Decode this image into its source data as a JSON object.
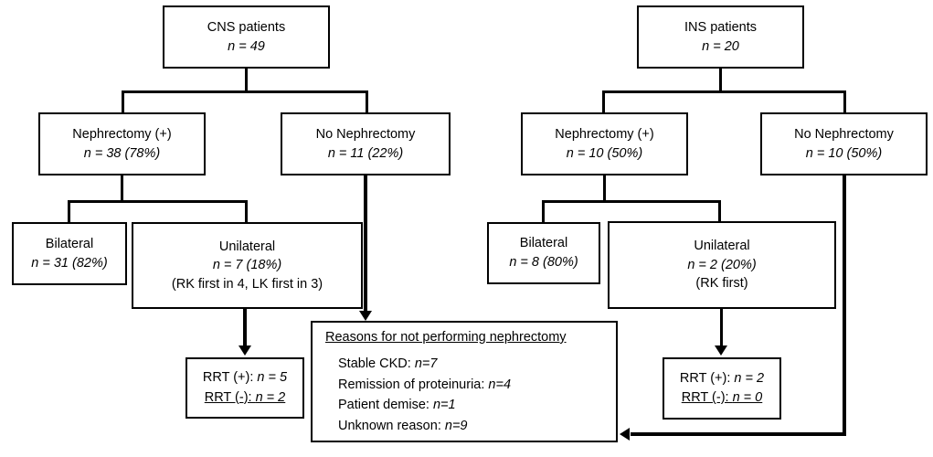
{
  "figure": {
    "type": "flowchart",
    "description": "Patient flow diagram for CNS and INS cohorts"
  },
  "cns": {
    "root": {
      "title": "CNS patients",
      "count": "n = 49"
    },
    "nephrectomy_yes": {
      "title": "Nephrectomy (+)",
      "count": "n = 38 (78%)"
    },
    "nephrectomy_no": {
      "title": "No Nephrectomy",
      "count": "n = 11 (22%)"
    },
    "bilateral": {
      "title": "Bilateral",
      "count": "n = 31 (82%)"
    },
    "unilateral": {
      "title": "Unilateral",
      "count": "n = 7 (18%)",
      "detail": "(RK first in 4, LK first in 3)"
    },
    "rrt": {
      "positive": "RRT (+): ",
      "positive_value": "n = 5",
      "negative": "RRT (-): ",
      "negative_value": "n = 2"
    }
  },
  "ins": {
    "root": {
      "title": "INS patients",
      "count": "n = 20"
    },
    "nephrectomy_yes": {
      "title": "Nephrectomy (+)",
      "count": "n = 10 (50%)"
    },
    "nephrectomy_no": {
      "title": "No Nephrectomy",
      "count": "n = 10 (50%)"
    },
    "bilateral": {
      "title": "Bilateral",
      "count": "n = 8 (80%)"
    },
    "unilateral": {
      "title": "Unilateral",
      "count": "n = 2 (20%)",
      "detail": "(RK first)"
    },
    "rrt": {
      "positive": "RRT (+): ",
      "positive_value": "n = 2",
      "negative": "RRT (-): ",
      "negative_value": "n = 0"
    }
  },
  "reasons": {
    "title": "Reasons for not performing nephrectomy",
    "items": [
      {
        "label": "Stable CKD: ",
        "count": "n=7"
      },
      {
        "label": "Remission of proteinuria: ",
        "count": "n=4"
      },
      {
        "label": "Patient demise: ",
        "count": "n=1"
      },
      {
        "label": "Unknown reason: ",
        "count": "n=9"
      }
    ]
  },
  "colors": {
    "stroke": "#000000",
    "fill": "#ffffff",
    "text": "#000000"
  }
}
